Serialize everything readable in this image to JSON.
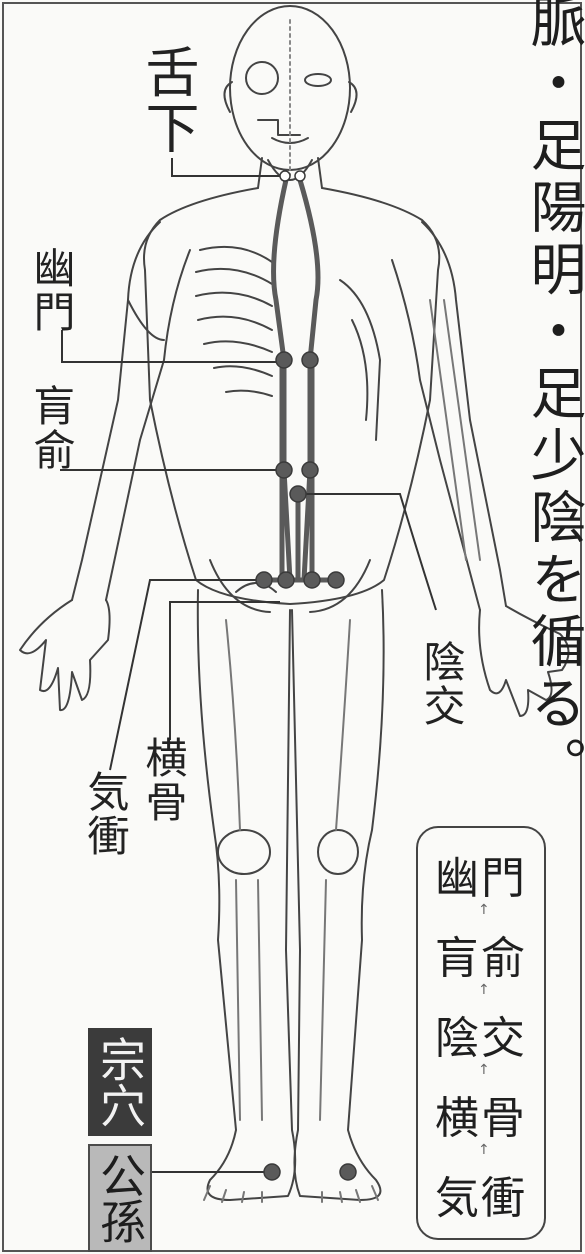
{
  "caption": "脈・足陽明・足少陰を循る。",
  "labels": {
    "shetsuka": "舌下",
    "yumon": "幽門",
    "koyu": "肓俞",
    "inko": "陰交",
    "kiko": "気衝",
    "oukotsu": "横骨"
  },
  "tags": {
    "sou_ketsu": "宗穴",
    "koson": "公孫"
  },
  "sequence": [
    "幽門",
    "肓俞",
    "陰交",
    "横骨",
    "気衝"
  ],
  "colors": {
    "channel": "#555555",
    "outline": "#333333"
  }
}
